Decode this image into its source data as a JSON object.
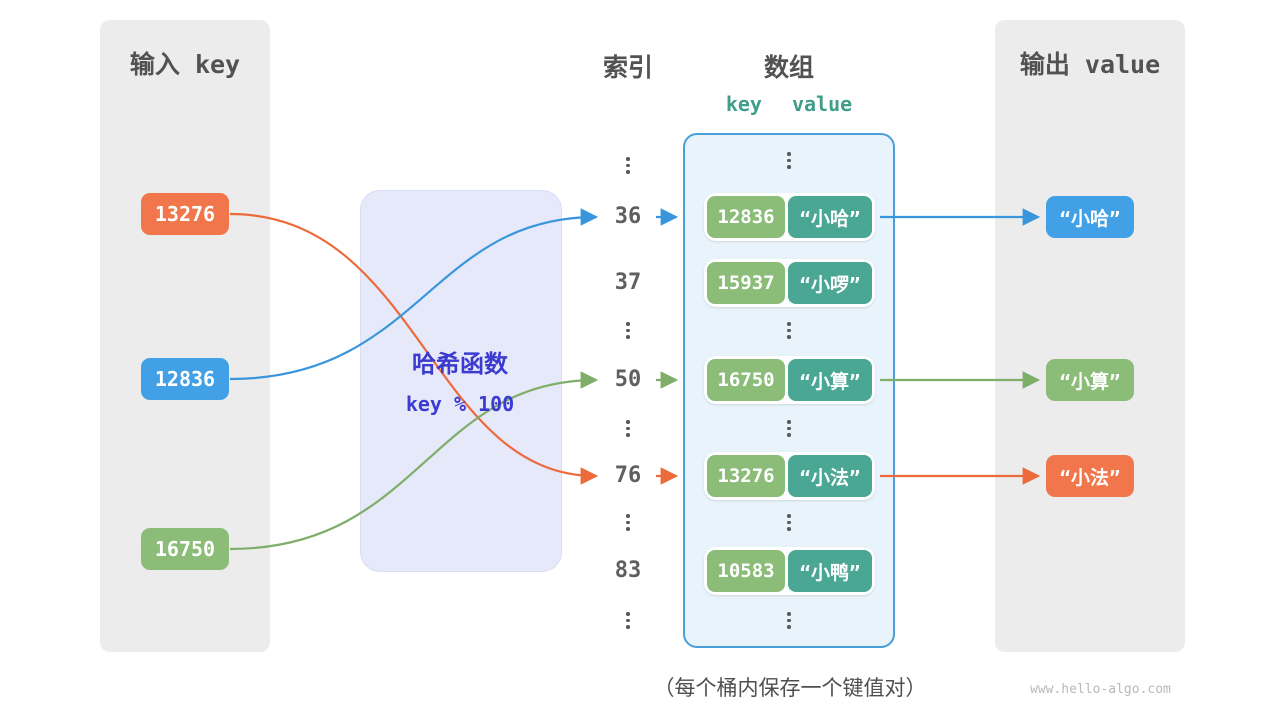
{
  "page": {
    "caption": "（每个桶内保存一个键值对）",
    "watermark": "www.hello-algo.com"
  },
  "colors": {
    "orange": "#f2764b",
    "blue": "#42a1e6",
    "green": "#8bbd79",
    "teal": "#4aa794",
    "array_border": "#4a9fd8",
    "hash_text": "#3b3bcf",
    "panel_gray": "#ececec"
  },
  "input_panel": {
    "title": "输入 key",
    "keys": [
      {
        "value": "13276",
        "color": "#f2764b"
      },
      {
        "value": "12836",
        "color": "#42a1e6"
      },
      {
        "value": "16750",
        "color": "#8bbd79"
      }
    ]
  },
  "hash_box": {
    "title": "哈希函数",
    "formula": "key % 100"
  },
  "index_column": {
    "title": "索引",
    "items": [
      "36",
      "37",
      "50",
      "76",
      "83"
    ]
  },
  "array_panel": {
    "title": "数组",
    "key_label": "key",
    "value_label": "value",
    "pairs": [
      {
        "key": "12836",
        "value": "“小哈”"
      },
      {
        "key": "15937",
        "value": "“小啰”"
      },
      {
        "key": "16750",
        "value": "“小算”"
      },
      {
        "key": "13276",
        "value": "“小法”"
      },
      {
        "key": "10583",
        "value": "“小鸭”"
      }
    ]
  },
  "output_panel": {
    "title": "输出 value",
    "values": [
      {
        "text": "“小哈”",
        "color": "#42a1e6"
      },
      {
        "text": "“小算”",
        "color": "#8bbd79"
      },
      {
        "text": "“小法”",
        "color": "#f2764b"
      }
    ]
  }
}
